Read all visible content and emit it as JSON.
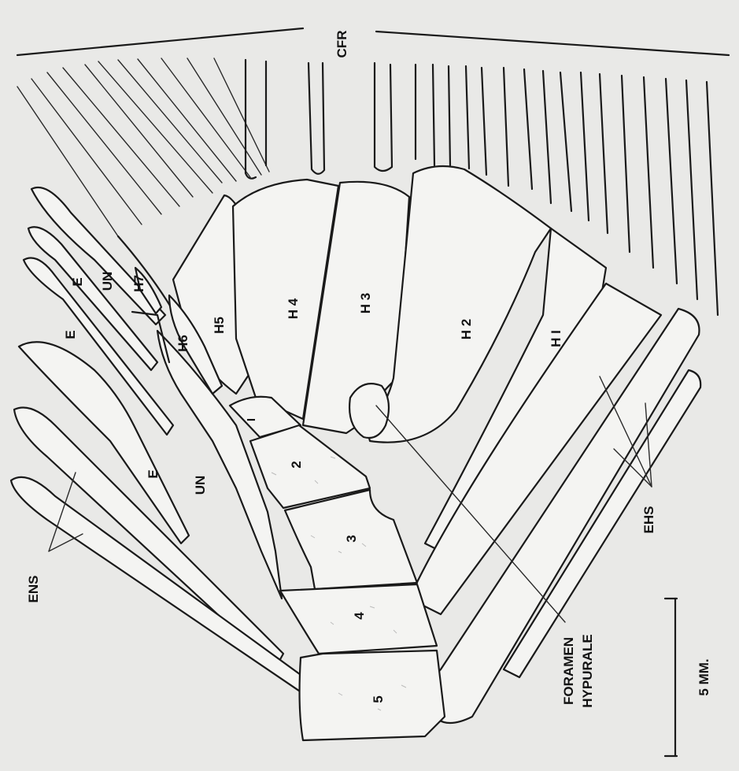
{
  "labels": {
    "cfr": "CFR",
    "h1": "H I",
    "h2": "H 2",
    "h3": "H 3",
    "h4": "H 4",
    "h5": "H5",
    "h6": "H6",
    "h7": "H7",
    "un_upper": "UN",
    "un_lower": "UN",
    "e_top_left": "E",
    "e_top_right": "E",
    "e_lower": "E",
    "v1": "I",
    "v2": "2",
    "v3": "3",
    "v4": "4",
    "v5": "5",
    "ens": "ENS",
    "ehs": "EHS",
    "foramen_line1": "FORAMEN",
    "foramen_line2": "HYPURALE",
    "scale": "5 MM."
  }
}
